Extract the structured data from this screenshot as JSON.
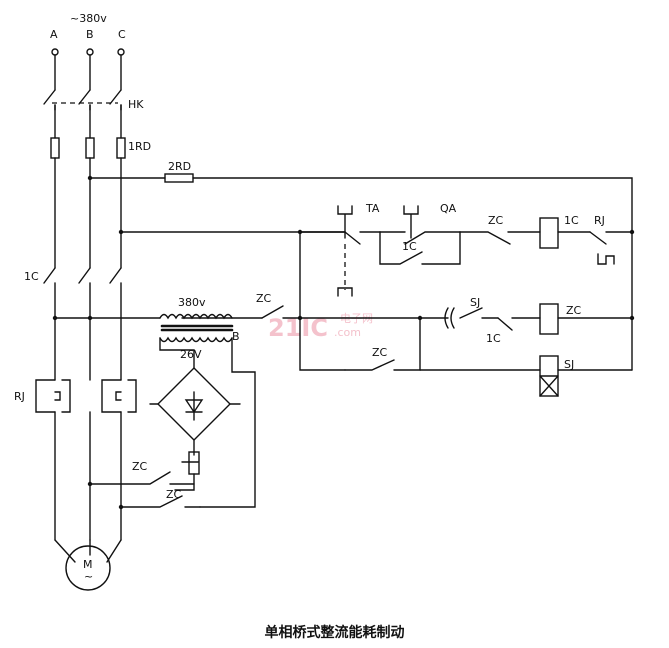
{
  "labels": {
    "supply": "~380v",
    "phase_a": "A",
    "phase_b": "B",
    "phase_c": "C",
    "hk": "HK",
    "rd1": "1RD",
    "rd2": "2RD",
    "ta": "TA",
    "qa": "QA",
    "zc_ctrl": "ZC",
    "c1_coil": "1C",
    "rj_contact": "RJ",
    "c1_contact": "1C",
    "c1_main": "1C",
    "rj_relay": "RJ",
    "t380": "380v",
    "zc_tx": "ZC",
    "b": "B",
    "v26": "26V",
    "sj_contact": "SJ",
    "c1_interlock": "1C",
    "zc_coil": "ZC",
    "zc_hold": "ZC",
    "sj_coil": "SJ",
    "zc_dc1": "ZC",
    "zc_dc2": "ZC",
    "motor": "M",
    "motor_tilde": "~"
  },
  "watermark": {
    "brand": "21IC",
    "sub": "电子网",
    "com": ".com"
  },
  "caption": "单相桥式整流能耗制动"
}
